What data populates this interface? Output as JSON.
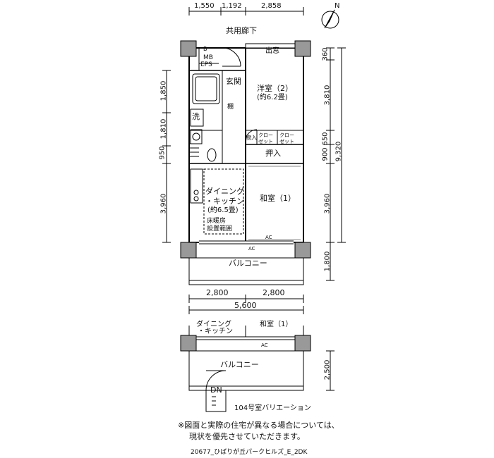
{
  "dims_top": [
    "1,550",
    "1,192",
    "2,858"
  ],
  "corridor": "共用廊下",
  "rooms": {
    "mb_eps_1": "MB",
    "mb_eps_2": "EPS",
    "mb_b": "B",
    "genkan": "玄関",
    "yoshitsu_1": "洋室（2）",
    "yoshitsu_2": "(約6.2畳)",
    "tana": "棚",
    "sen": "洗",
    "mono": "物入",
    "closet_a": "クロー\nゼット",
    "closet_b": "クロー\nゼット",
    "oshiire": "押入",
    "dk_1": "ダイニング",
    "dk_2": "・キッチン",
    "dk_3": "(約6.5畳)",
    "floor_heat_1": "床暖房",
    "floor_heat_2": "設置範囲",
    "washitsu": "和室（1）",
    "demado": "出窓",
    "ac": "AC",
    "balcony": "バルコニー"
  },
  "dims_left": [
    "1,850",
    "1,810",
    "950",
    "3,960"
  ],
  "dims_right": [
    "360",
    "3,810",
    "650",
    "900",
    "3,960",
    "1,800"
  ],
  "dims_right_total": "9,320",
  "dims_bottom": [
    "2,800",
    "2,800"
  ],
  "dims_bottom_total": "5,600",
  "variant": {
    "dk_1": "ダイニング",
    "dk_2": "・キッチン",
    "washitsu": "和室（1）",
    "ac": "AC",
    "balcony": "バルコニー",
    "dn": "DN",
    "dim": "2,500",
    "caption": "104号室バリエーション"
  },
  "compass": "N",
  "note_1": "※図面と実際の住宅が異なる場合については、",
  "note_2": "現状を優先させていただきます。",
  "footer": "20677_ひばりが丘パークヒルズ_E_2DK"
}
